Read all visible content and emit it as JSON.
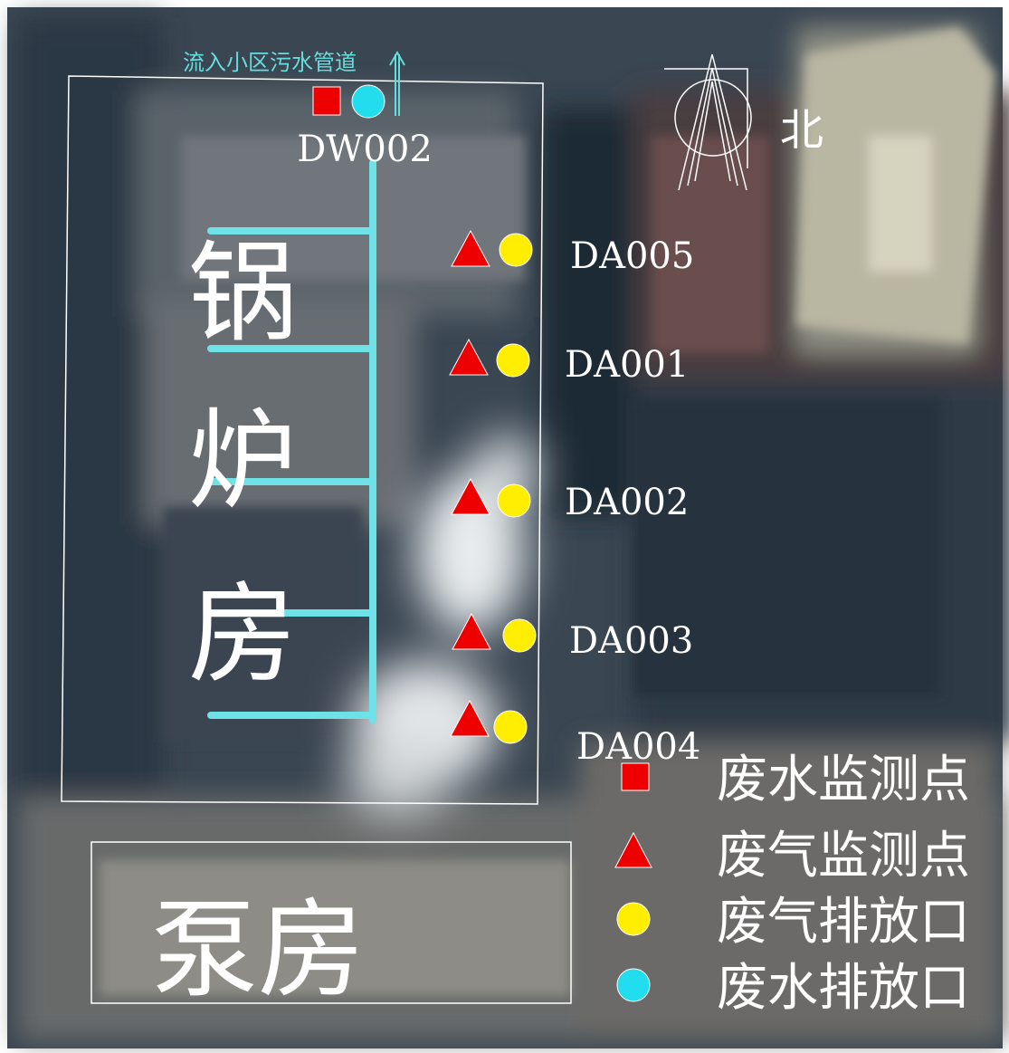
{
  "labels": {
    "inflow": "流入小区污水管道",
    "north": "北",
    "boiler_room": [
      "锅",
      "炉",
      "房"
    ],
    "pump_room": "泵房"
  },
  "wastewater_outlet": {
    "code": "DW002"
  },
  "exhaust_points": [
    {
      "code": "DA005"
    },
    {
      "code": "DA001"
    },
    {
      "code": "DA002"
    },
    {
      "code": "DA003"
    },
    {
      "code": "DA004"
    }
  ],
  "legend": [
    {
      "shape": "square",
      "color": "#ee0000",
      "label": "废水监测点"
    },
    {
      "shape": "triangle",
      "color": "#ee0000",
      "label": "废气监测点"
    },
    {
      "shape": "circle",
      "color": "#ffee00",
      "label": "废气排放口"
    },
    {
      "shape": "circle",
      "color": "#22ddee",
      "label": "废水排放口"
    }
  ],
  "colors": {
    "pipe": "#6fe2e8",
    "wastewater_monitor": "#ee0000",
    "exhaust_monitor": "#ee0000",
    "exhaust_outlet": "#ffee00",
    "wastewater_outlet": "#22ddee",
    "label_text": "#ffffff",
    "inflow_text": "#66dddd"
  }
}
